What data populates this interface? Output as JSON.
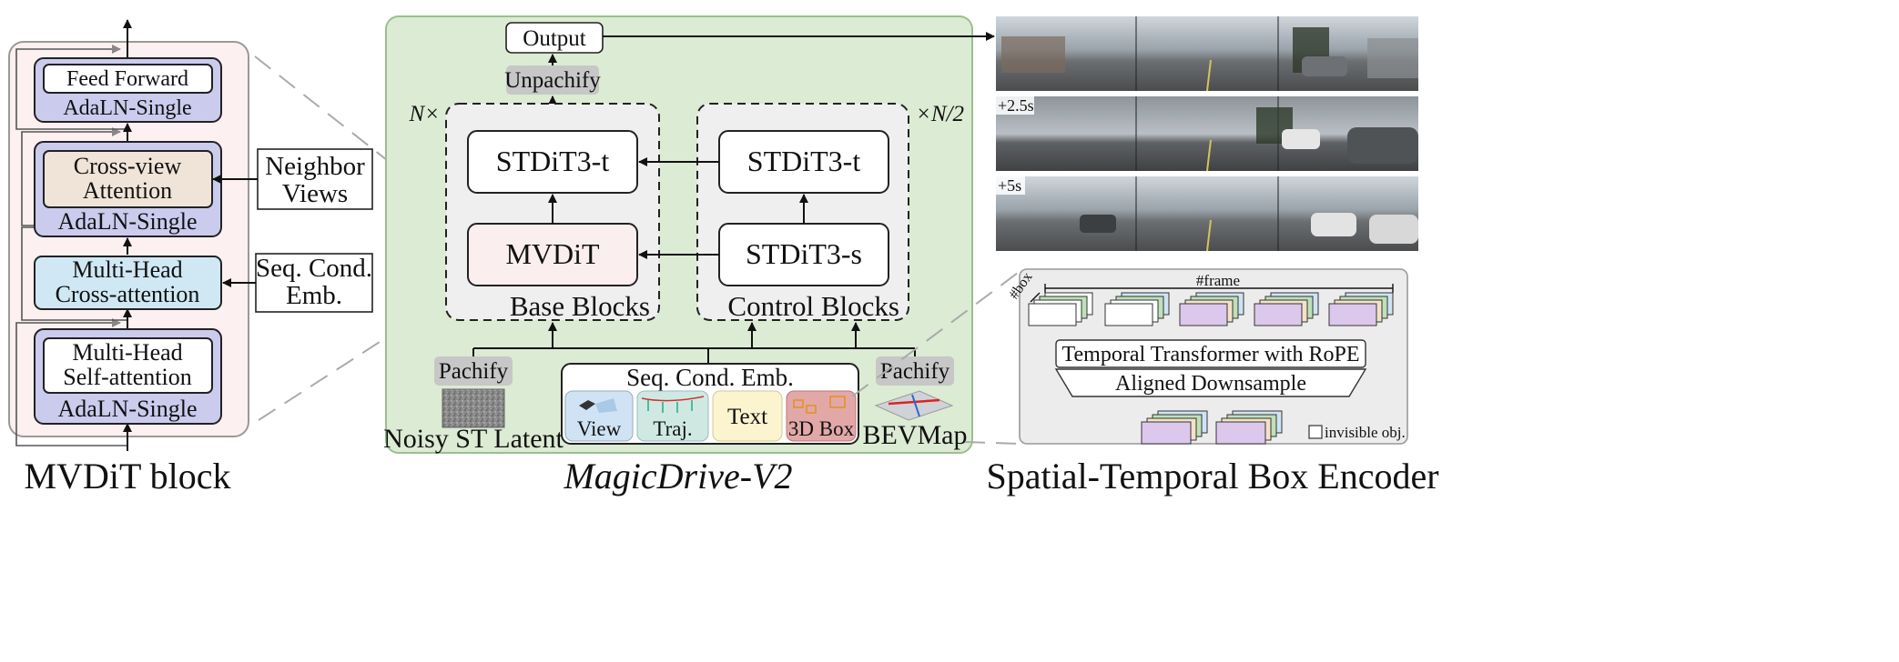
{
  "captions": {
    "left": "MVDiT block",
    "center": "MagicDrive-V2",
    "right": "Spatial-Temporal Box Encoder"
  },
  "mvdit_block": {
    "feed_forward": "Feed Forward",
    "adaln_single": "AdaLN-Single",
    "cross_view_line1": "Cross-view",
    "cross_view_line2": "Attention",
    "mh_cross_line1": "Multi-Head",
    "mh_cross_line2": "Cross-attention",
    "mh_self_line1": "Multi-Head",
    "mh_self_line2": "Self-attention",
    "neighbor_line1": "Neighbor",
    "neighbor_line2": "Views",
    "seqcond_line1": "Seq. Cond.",
    "seqcond_line2": "Emb."
  },
  "magicdrive": {
    "output": "Output",
    "unpachify": "Unpachify",
    "n_times": "N×",
    "n_half": "×N/2",
    "stdit3_t": "STDiT3-t",
    "stdit3_s": "STDiT3-s",
    "mvdit": "MVDiT",
    "base_blocks": "Base Blocks",
    "control_blocks": "Control Blocks",
    "pachify": "Pachify",
    "noisy_latent": "Noisy ST Latent",
    "seq_cond_emb": "Seq. Cond. Emb.",
    "view": "View",
    "traj": "Traj.",
    "text": "Text",
    "box3d": "3D Box",
    "bevmap": "BEVMap"
  },
  "frames": {
    "t1": "+2.5s",
    "t2": "+5s"
  },
  "box_encoder": {
    "frame_label": "#frame",
    "box_label": "#box",
    "temporal": "Temporal Transformer with RoPE",
    "downsample": "Aligned Downsample",
    "legend": "invisible obj."
  },
  "colors": {
    "panel_left": "#fdf0f0",
    "panel_center": "#dcebd3",
    "panel_right": "#ececec",
    "lavender": "#cbcbee",
    "beige": "#efe4d7",
    "cyan": "#cfe8f4",
    "pink_block": "#fbeeee",
    "tag_gray": "#c7c7c7"
  }
}
